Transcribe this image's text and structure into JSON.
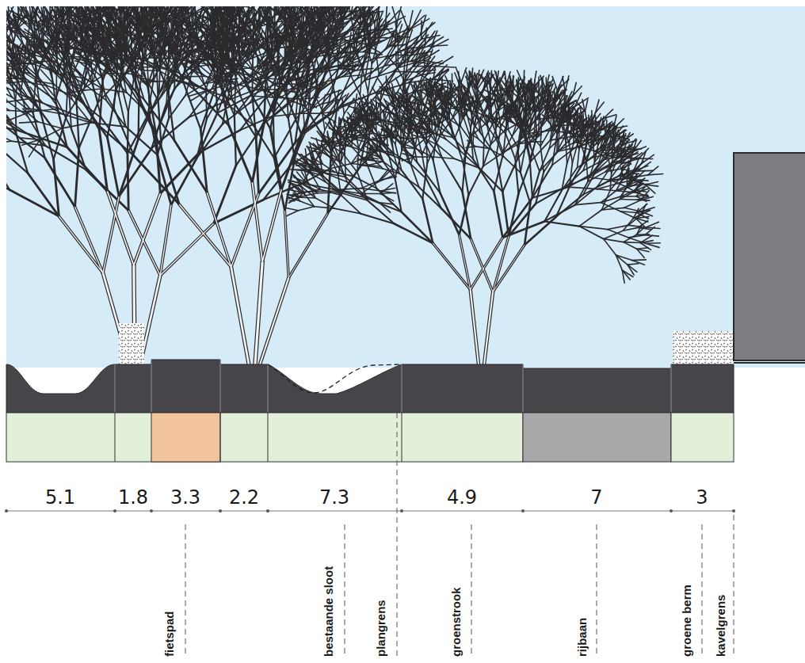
{
  "diagram": {
    "labels": [
      "5.1",
      "1.8",
      "3.3",
      "2.2",
      "7.3",
      "4.9",
      "7",
      "3",
      "fietspad",
      "bestaande sloot",
      "plangrens",
      "groenstrook",
      "rijbaan",
      "groene berm",
      "kavelgrens"
    ]
  }
}
